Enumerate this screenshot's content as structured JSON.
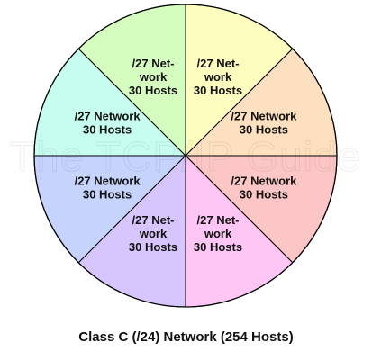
{
  "diagram": {
    "caption": "Class C (/24) Network (254 Hosts)",
    "watermark": "The TCP/IP Guide",
    "segments": [
      {
        "lines": [
          "/27 Net-",
          "work",
          "30 Hosts"
        ],
        "color": "#fdfdc0"
      },
      {
        "lines": [
          "/27 Network",
          "30 Hosts"
        ],
        "color": "#fde0c0"
      },
      {
        "lines": [
          "/27 Network",
          "30 Hosts"
        ],
        "color": "#fdc6c6"
      },
      {
        "lines": [
          "/27 Net-",
          "work",
          "30 Hosts"
        ],
        "color": "#fdc6f4"
      },
      {
        "lines": [
          "/27 Net-",
          "work",
          "30 Hosts"
        ],
        "color": "#d6c6fd"
      },
      {
        "lines": [
          "/27 Network",
          "30 Hosts"
        ],
        "color": "#c6d4fd"
      },
      {
        "lines": [
          "/27 Network",
          "30 Hosts"
        ],
        "color": "#c6fdef"
      },
      {
        "lines": [
          "/27 Net-",
          "work",
          "30 Hosts"
        ],
        "color": "#d6fdc0"
      }
    ]
  }
}
